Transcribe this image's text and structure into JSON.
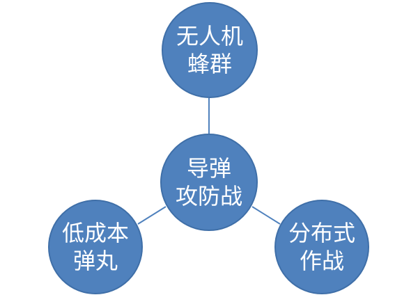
{
  "colors": {
    "node_fill": "#4f81bd",
    "node_border": "#3f6fa8",
    "connector": "#4f81bd",
    "text": "#ffffff"
  },
  "diagram": {
    "center": {
      "lines": [
        "导弹",
        "攻防战"
      ]
    },
    "top": {
      "lines": [
        "无人机",
        "蜂群"
      ]
    },
    "left": {
      "lines": [
        "低成本",
        "弹丸"
      ]
    },
    "right": {
      "lines": [
        "分布式",
        "作战"
      ]
    }
  }
}
